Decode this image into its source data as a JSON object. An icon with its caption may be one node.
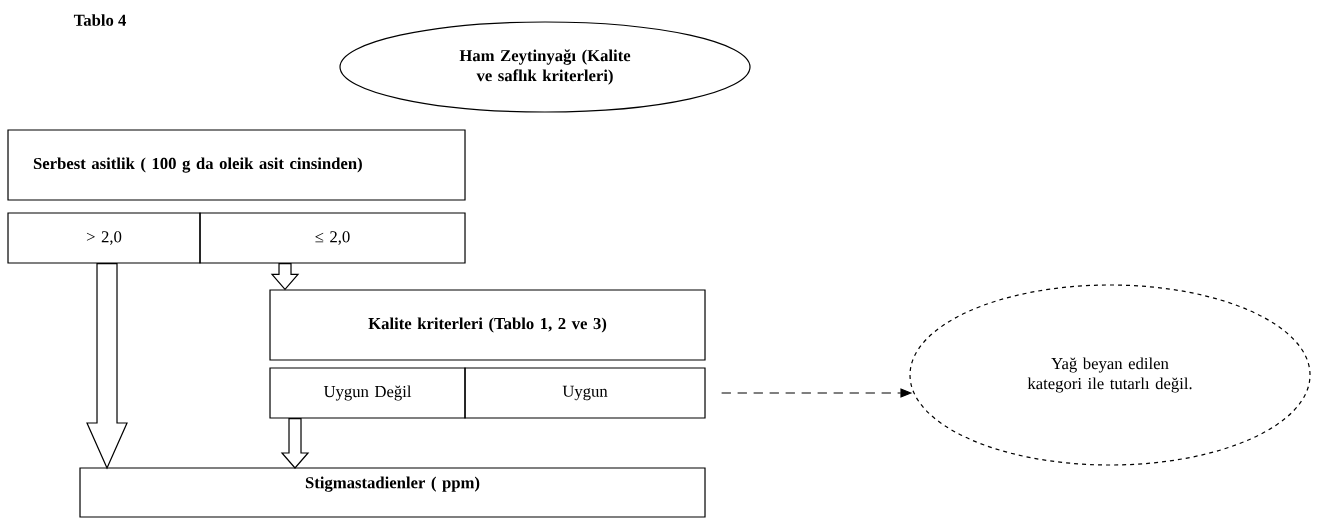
{
  "diagram": {
    "title": "Tablo 4",
    "nodes": [
      {
        "text": [
          "Ham Zeytinyağı (Kalite ve saflık kriterleri)"
        ]
      },
      {
        "text": [
          "Serbest asitlik ( 100 g da oleik asit cinsinden)"
        ]
      },
      {
        "text": [
          "> 2,0"
        ]
      },
      {
        "text": [
          "≤ 2,0"
        ]
      },
      {
        "text": [
          "Kalite kriterleri (Tablo 1, 2 ve 3)"
        ]
      },
      {
        "text": [
          "Uygun Değil"
        ]
      },
      {
        "text": [
          "Uygun"
        ]
      },
      {
        "text": [
          "Yağ beyan edilen kategori ile tutarlı değil."
        ]
      },
      {
        "text": [
          "Stigmastadienler ( ppm)"
        ]
      }
    ],
    "edges": [
      {
        "from": 2,
        "to": 8,
        "arrow": "to"
      },
      {
        "from": 3,
        "to": 4,
        "arrow": "to"
      },
      {
        "from": 5,
        "to": 8,
        "arrow": "to"
      },
      {
        "from": 6,
        "to": 7,
        "arrow": "to",
        "style": "dashed"
      }
    ]
  }
}
